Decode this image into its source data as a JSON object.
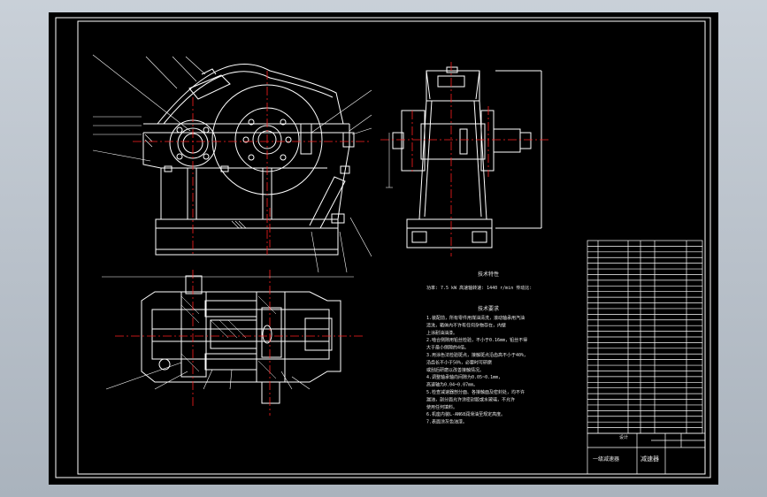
{
  "drawing": {
    "tech_params_title": "技术特性",
    "tech_params_line": "功率: 7.5 kW   高速轴转速: 1440 r/min   传动比:",
    "tech_req_title": "技术要求",
    "tech_req_lines": [
      "1.装配前，所有零件用煤油清洗，滚动轴承用汽油",
      "  清洗，箱体内不许有任何杂物存在，内壁",
      "  上涂耐油油漆。",
      "2.啮合侧隙用铅丝检验，不小于0.16mm，铅丝不得",
      "  大于最小侧隙的4倍。",
      "3.用涂色法检验斑点，接触斑点沿齿高不小于40%，",
      "  沿齿长不小于50%，必要时可研磨",
      "  或刮后研磨以改善接触情况。",
      "4.调整轴承轴向间隙为0.05~0.1mm，",
      "  高速轴为0.04~0.07mm。",
      "5.检查减速器剖分面、各接触面及密封处，均不许",
      "  漏油，剖分面允许涂密封胶或水玻璃，不允许",
      "  使用任何填料。",
      "6.机座内装L-AN68润滑油至规定高度。",
      "7.表面涂灰色油漆。"
    ],
    "title_block": {
      "drawing_name": "减速器",
      "designer_label": "设计",
      "school": "一级减速器"
    },
    "parts_rows": 34
  },
  "colors": {
    "background": "#000000",
    "outline": "#ffffff",
    "centerline": "#ff2020",
    "dimension": "#e8e8e8",
    "frame": "#ffffff",
    "screen_backdrop": "#b8c0c9"
  }
}
